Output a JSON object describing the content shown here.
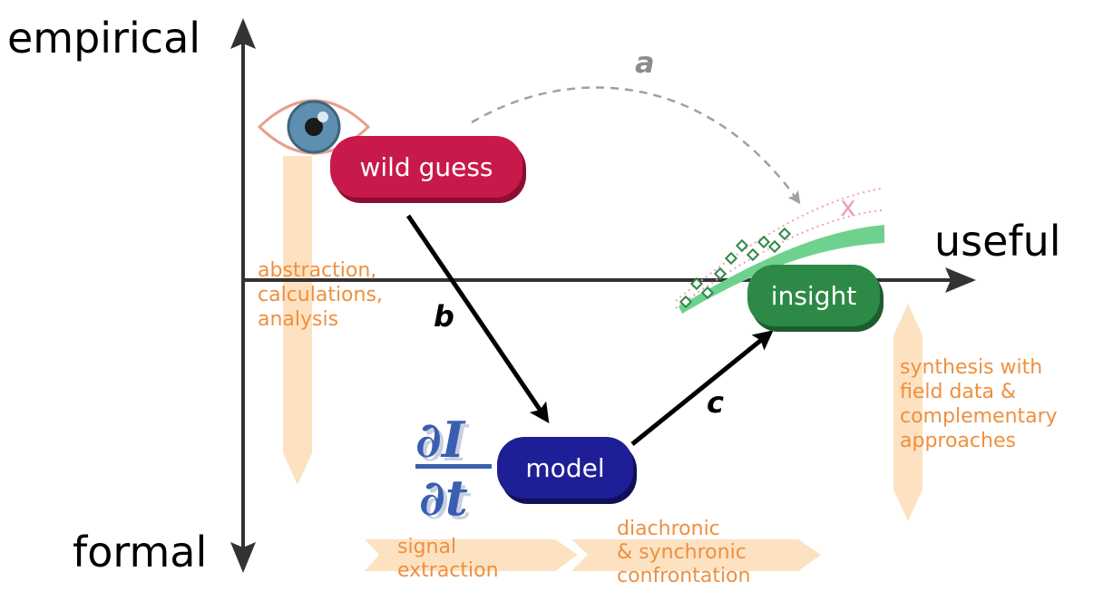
{
  "axes": {
    "top": "empirical",
    "bottom": "formal",
    "right": "useful"
  },
  "nodes": {
    "wild_guess": "wild guess",
    "model": "model",
    "insight": "insight"
  },
  "arrow_labels": {
    "a": "a",
    "b": "b",
    "c": "c"
  },
  "equation": {
    "numerator": "∂I",
    "denominator": "∂t"
  },
  "process_notes": {
    "abstraction": [
      "abstraction,",
      "calculations,",
      "analysis"
    ],
    "signal": [
      "signal",
      "extraction"
    ],
    "confrontation": [
      "diachronic",
      "& synchronic",
      "confrontation"
    ],
    "synthesis": [
      "synthesis with",
      "field data &",
      "complementary",
      "approaches"
    ]
  },
  "fit_marker": "x",
  "colors": {
    "wild_guess": "#c8194b",
    "model": "#1e1e96",
    "insight": "#2c8a46",
    "orange_band": "#fde2c2",
    "orange_text": "#ef8f3e",
    "green_band": "#6fd18e",
    "pink_dots": "#f0a0b8",
    "arrow_a": "#a0a0a0",
    "equation": "#3a5fb0"
  }
}
